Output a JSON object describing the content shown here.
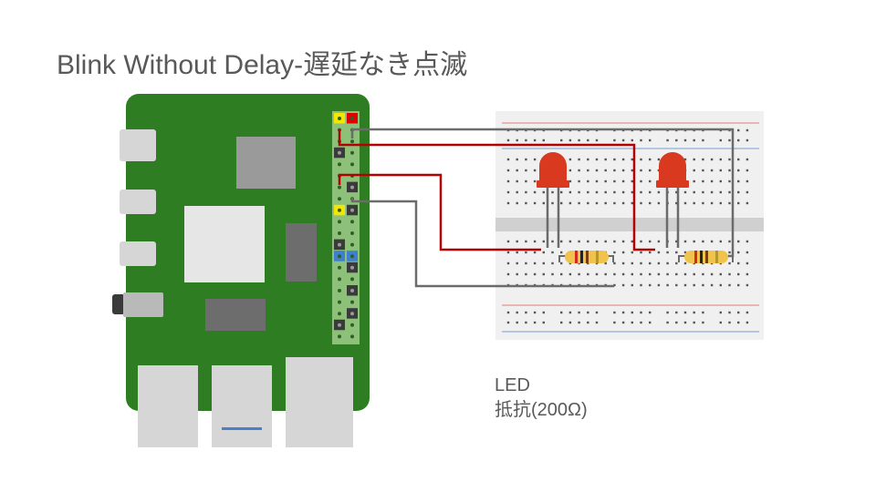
{
  "slide": {
    "title": "Blink Without Delay-遅延なき点滅"
  },
  "legend": {
    "led_label": "LED",
    "resistor_label": "抵抗(200Ω)"
  },
  "colors": {
    "pcb_green": "#2e7d23",
    "wire_red": "#b30000",
    "wire_gray": "#6b6b6b",
    "led_red": "#d9391f",
    "breadboard": "#f0f0f0",
    "rail_red": "#e8a3a3",
    "rail_blue": "#9fb9dc"
  },
  "components": {
    "raspberry_pi": "raspberry-pi-board",
    "breadboard": "breadboard",
    "leds": [
      "led",
      "led"
    ],
    "resistors": [
      "resistor",
      "resistor"
    ]
  }
}
